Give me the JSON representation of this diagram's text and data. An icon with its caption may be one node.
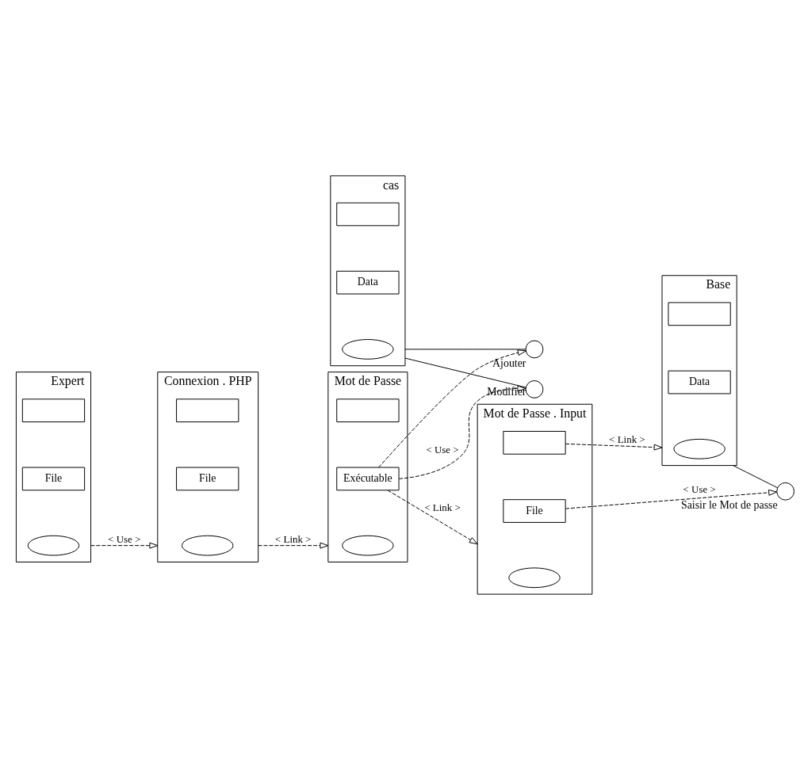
{
  "diagram": {
    "nodes": [
      {
        "text": [
          "cas"
        ]
      },
      {
        "text": [],
        "shape": "ellipse",
        "in": 0
      },
      {
        "text": [
          "Data"
        ],
        "in": 0
      },
      {
        "text": [],
        "shape": "box",
        "in": 0
      },
      {
        "text": [
          "Modifier"
        ]
      },
      {
        "text": [
          "Ajouter"
        ]
      },
      {
        "text": [
          "Mot de Passe"
        ]
      },
      {
        "text": [],
        "shape": "ellipse",
        "in": 6
      },
      {
        "text": [
          "Exécutable"
        ],
        "in": 6
      },
      {
        "text": [],
        "shape": "box",
        "in": 6
      },
      {
        "text": [
          "Base"
        ]
      },
      {
        "text": [],
        "shape": "ellipse",
        "in": 10
      },
      {
        "text": [
          "Data"
        ],
        "in": 10
      },
      {
        "text": [],
        "shape": "box",
        "in": 10
      },
      {
        "text": [
          "Saisir le Mot de passe"
        ]
      },
      {
        "text": [
          "Connexion . PHP"
        ]
      },
      {
        "text": [],
        "shape": "ellipse",
        "in": 15
      },
      {
        "text": [
          "File"
        ],
        "in": 15
      },
      {
        "text": [],
        "shape": "box",
        "in": 15
      },
      {
        "text": [
          "Mot de Passe . Input"
        ]
      },
      {
        "text": [],
        "shape": "ellipse",
        "in": 19
      },
      {
        "text": [
          "File"
        ],
        "in": 19
      },
      {
        "text": [],
        "shape": "box",
        "in": 19
      },
      {
        "text": [
          "Expert"
        ]
      },
      {
        "text": [],
        "shape": "ellipse",
        "in": 23
      },
      {
        "text": [
          "File"
        ],
        "in": 23
      },
      {
        "text": [],
        "shape": "box",
        "in": 23
      }
    ],
    "edges": [
      {
        "from": 0,
        "to": 4,
        "arrow": "none"
      },
      {
        "from": 0,
        "to": 5,
        "arrow": "none"
      },
      {
        "from": 8,
        "to": 4,
        "arrow": "to",
        "style": "dashed",
        "label": "< Use >"
      },
      {
        "from": 8,
        "to": 5,
        "arrow": "to",
        "style": "dashed"
      },
      {
        "from": 8,
        "to": 19,
        "arrow": "to",
        "style": "dashed",
        "label": "< Link >"
      },
      {
        "from": 15,
        "to": 6,
        "arrow": "to",
        "style": "dashed",
        "label": "< Link >"
      },
      {
        "from": 10,
        "to": 14,
        "arrow": "none"
      },
      {
        "from": 21,
        "to": 14,
        "arrow": "to",
        "style": "dashed",
        "label": "< Use >"
      },
      {
        "from": 22,
        "to": 10,
        "arrow": "to",
        "style": "dashed",
        "label": "< Link >"
      },
      {
        "from": 23,
        "to": 15,
        "arrow": "to",
        "style": "dashed",
        "label": "< Use >"
      }
    ]
  }
}
